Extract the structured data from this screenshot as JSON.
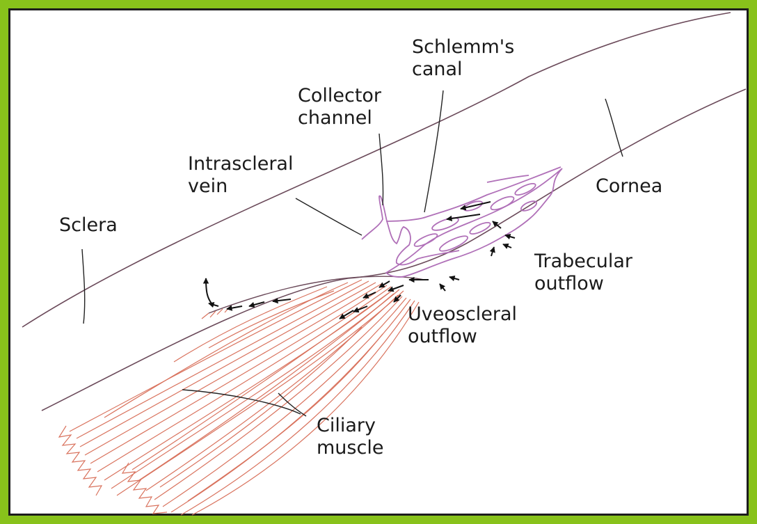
{
  "labels": {
    "schlemms_canal": [
      "Schlemm's",
      "canal"
    ],
    "collector_channel": [
      "Collector",
      "channel"
    ],
    "intrascleral_vein": [
      "Intrascleral",
      "vein"
    ],
    "sclera": [
      "Sclera"
    ],
    "cornea": [
      "Cornea"
    ],
    "trabecular_outflow": [
      "Trabecular",
      "outflow"
    ],
    "uveoscleral_outflow": [
      "Uveoscleral",
      "outflow"
    ],
    "ciliary_muscle": [
      "Ciliary",
      "muscle"
    ]
  },
  "colors": {
    "frame": "#88c21b",
    "border": "#1c1c1c",
    "outline": "#6b4a5a",
    "canal": "#b070b8",
    "muscle": "#d9735e",
    "arrow": "#111111",
    "leader": "#222222"
  }
}
